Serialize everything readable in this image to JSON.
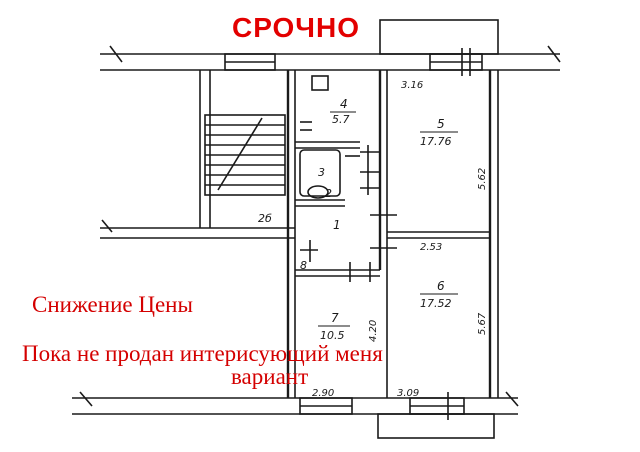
{
  "banner": {
    "urgent": "СРОЧНО"
  },
  "annotations": {
    "price_drop": "Снижение Цены",
    "not_sold_line1": "Пока не продан интерисующий меня",
    "not_sold_line2": "вариант"
  },
  "rooms": [
    {
      "number": "4",
      "area": "5.7"
    },
    {
      "number": "5",
      "area": "17.76"
    },
    {
      "number": "1",
      "area": ""
    },
    {
      "number": "6",
      "area": "17.52"
    },
    {
      "number": "7",
      "area": "10.5"
    },
    {
      "number": "3",
      "area": ""
    },
    {
      "number": "2",
      "area": ""
    },
    {
      "number": "8",
      "area": ""
    }
  ],
  "dimensions": {
    "top_right": "3.16",
    "right_upper": "5.62",
    "right_lower": "5.67",
    "bottom_left": "2.90",
    "bottom_right": "3.09",
    "room7_side": "4.20",
    "room6_top": "2.53",
    "corridor": "2б"
  },
  "colors": {
    "annotation": "#d40000",
    "urgent": "#e30000",
    "lines": "#1a1a1a"
  }
}
